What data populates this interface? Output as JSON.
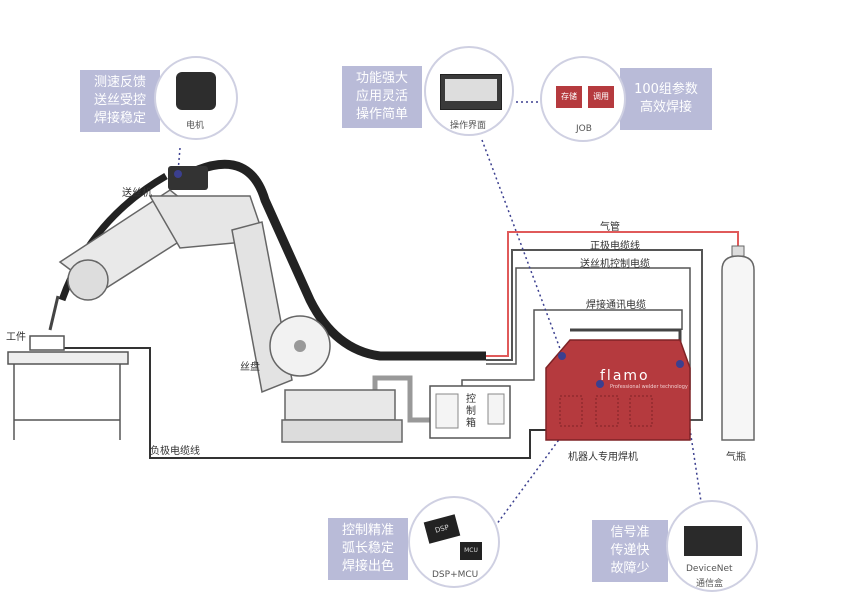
{
  "callouts": {
    "motor": {
      "text": "测速反馈\n送丝受控\n焊接稳定",
      "caption": "电机"
    },
    "panel": {
      "text": "功能强大\n应用灵活\n操作简单",
      "caption": "操作界面"
    },
    "job": {
      "text": "100组参数\n高效焊接",
      "caption": "JOB",
      "btn_store": "存储",
      "btn_recall": "调用"
    },
    "dsp": {
      "text": "控制精准\n弧长稳定\n焊接出色",
      "caption": "DSP+MCU",
      "chip1": "DSP",
      "chip2": "MCU"
    },
    "devicenet": {
      "text": "信号准\n传递快\n故障少",
      "caption_line1": "DeviceNet",
      "caption_line2": "通信盒"
    }
  },
  "labels": {
    "wire_feeder": "送丝机",
    "workpiece": "工件",
    "wire_reel": "丝盘",
    "gas_pipe": "气管",
    "positive_cable": "正极电缆线",
    "feeder_control_cable": "送丝机控制电缆",
    "welder_comm_cable": "焊接通讯电缆",
    "negative_cable": "负极电缆线",
    "control_box": "控制箱",
    "welder": "机器人专用焊机",
    "gas_cylinder": "气瓶"
  },
  "brand": {
    "name": "flamo",
    "tagline": "Professional welder technology"
  },
  "colors": {
    "callout": "#b9bbd8",
    "welder_body": "#b53a3e",
    "gas_line": "#e05a5a",
    "dotted": "#3b3f8f"
  }
}
